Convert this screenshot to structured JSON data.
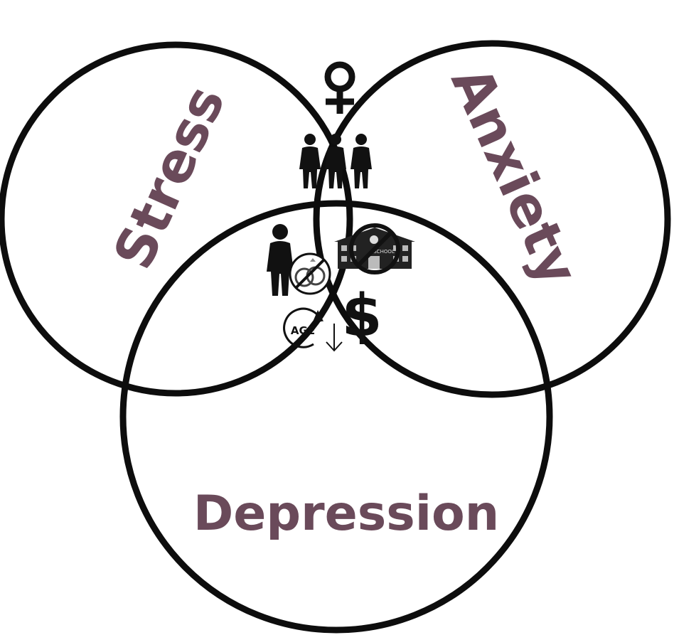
{
  "diagram": {
    "type": "venn",
    "sets": [
      {
        "label": "Stress"
      },
      {
        "label": "Anxiety"
      },
      {
        "label": "Depression"
      }
    ],
    "center_icons": [
      "female-symbol-icon",
      "group-of-people-icon",
      "single-man-icon",
      "no-marriage-rings-icon",
      "no-school-icon",
      "dollar-icon",
      "age-decrease-icon"
    ],
    "colors": {
      "label": "#6a4a5a",
      "outline": "#0d0d0d"
    },
    "icons": {
      "school_sign": "SCHOOL",
      "dollar": "$",
      "age": "AGE"
    }
  }
}
